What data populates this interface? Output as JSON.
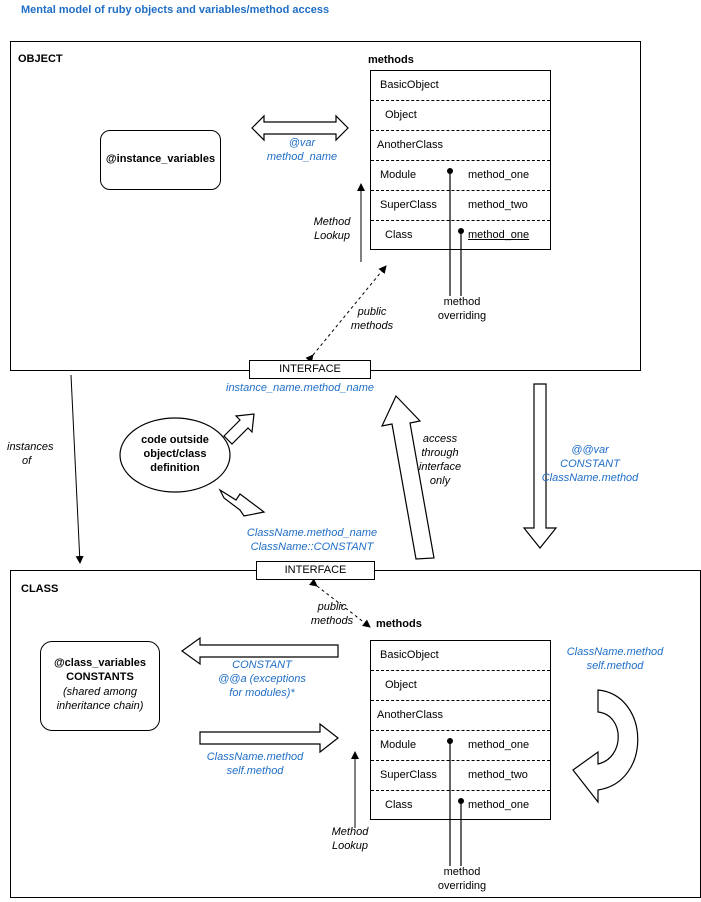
{
  "title": "Mental model of ruby objects and variables/method access",
  "object": {
    "label": "OBJECT",
    "instance_vars": "@instance_variables",
    "methods_label": "methods",
    "methods": [
      {
        "name": "BasicObject",
        "method": ""
      },
      {
        "name": "Object",
        "method": ""
      },
      {
        "name": "AnotherClass",
        "method": ""
      },
      {
        "name": "Module",
        "method": "method_one"
      },
      {
        "name": "SuperClass",
        "method": "method_two"
      },
      {
        "name": "Class",
        "method": "method_one"
      }
    ],
    "access_line1": "@var",
    "access_line2": "method_name",
    "lookup_line1": "Method",
    "lookup_line2": "Lookup",
    "public_line1": "public",
    "public_line2": "methods",
    "override_line1": "method",
    "override_line2": "overriding",
    "interface": "INTERFACE",
    "interface_call": "instance_name.method_name"
  },
  "middle": {
    "instances_line1": "instances",
    "instances_line2": "of",
    "code_line1": "code outside",
    "code_line2": "object/class",
    "code_line3": "definition",
    "access_line1": "access",
    "access_line2": "through",
    "access_line3": "interface",
    "access_line4": "only",
    "class_access_line1": "@@var",
    "class_access_line2": "CONSTANT",
    "class_access_line3": "ClassName.method",
    "class_call_line1": "ClassName.method_name",
    "class_call_line2": "ClassName::CONSTANT"
  },
  "klass": {
    "label": "CLASS",
    "interface": "INTERFACE",
    "public_line1": "public",
    "public_line2": "methods",
    "methods_label": "methods",
    "class_vars_line1": "@class_variables",
    "class_vars_line2": "CONSTANTS",
    "class_vars_line3": "(shared among",
    "class_vars_line4": "inheritance chain)",
    "const_line1": "CONSTANT",
    "const_line2": "@@a (exceptions",
    "const_line3": "for modules)*",
    "self_line1": "ClassName.method",
    "self_line2": "self.method",
    "loop_line1": "ClassName.method",
    "loop_line2": "self.method",
    "methods": [
      {
        "name": "BasicObject",
        "method": ""
      },
      {
        "name": "Object",
        "method": ""
      },
      {
        "name": "AnotherClass",
        "method": ""
      },
      {
        "name": "Module",
        "method": "method_one"
      },
      {
        "name": "SuperClass",
        "method": "method_two"
      },
      {
        "name": "Class",
        "method": "method_one"
      }
    ],
    "lookup_line1": "Method",
    "lookup_line2": "Lookup",
    "override_line1": "method",
    "override_line2": "overriding"
  }
}
